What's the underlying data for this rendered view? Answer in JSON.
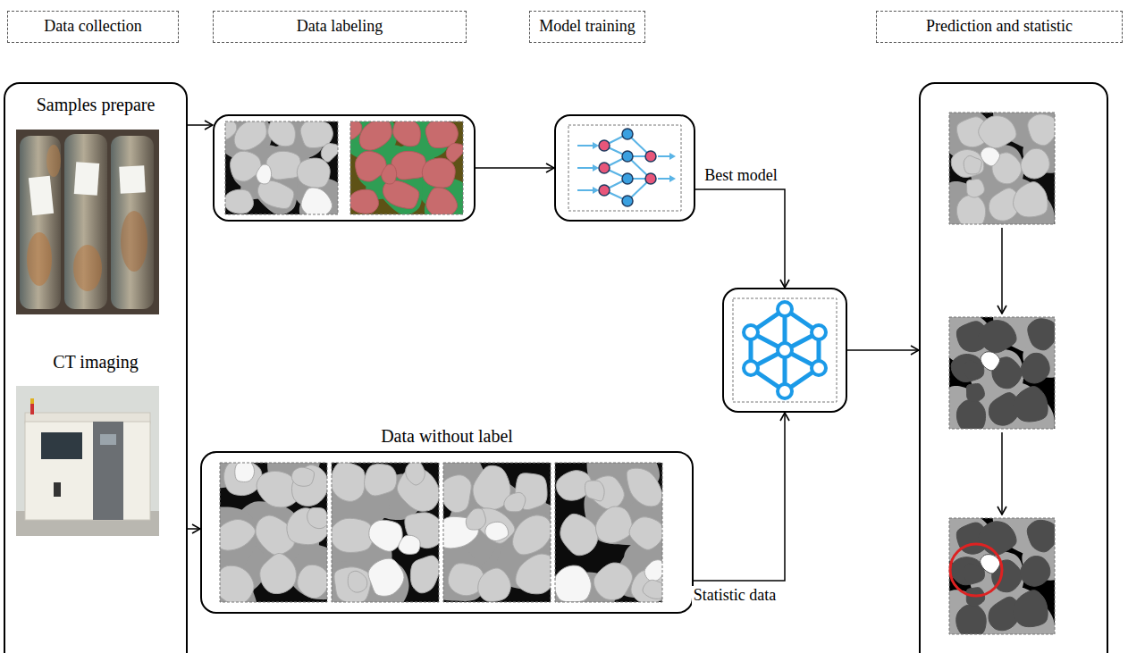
{
  "diagram": {
    "nodes": [
      {
        "text": [
          "Data collection"
        ]
      },
      {
        "text": [
          "Data labeling"
        ]
      },
      {
        "text": [
          "Model training"
        ]
      },
      {
        "text": [
          "Prediction and statistic"
        ]
      },
      {
        "text": [
          "Samples prepare",
          "CT imaging"
        ]
      },
      {
        "text": []
      },
      {
        "text": []
      },
      {
        "text": [
          "Data without label"
        ]
      },
      {
        "text": []
      },
      {
        "text": []
      }
    ],
    "edges": [
      {
        "from": 4,
        "to": 5,
        "arrow": "to"
      },
      {
        "from": 4,
        "to": 7,
        "arrow": "to"
      },
      {
        "from": 5,
        "to": 6,
        "arrow": "to"
      },
      {
        "from": 6,
        "to": 8,
        "label": "Best model",
        "arrow": "to"
      },
      {
        "from": 7,
        "to": 8,
        "label": "Statistic data",
        "arrow": "to"
      },
      {
        "from": 8,
        "to": 9,
        "arrow": "to"
      }
    ]
  }
}
